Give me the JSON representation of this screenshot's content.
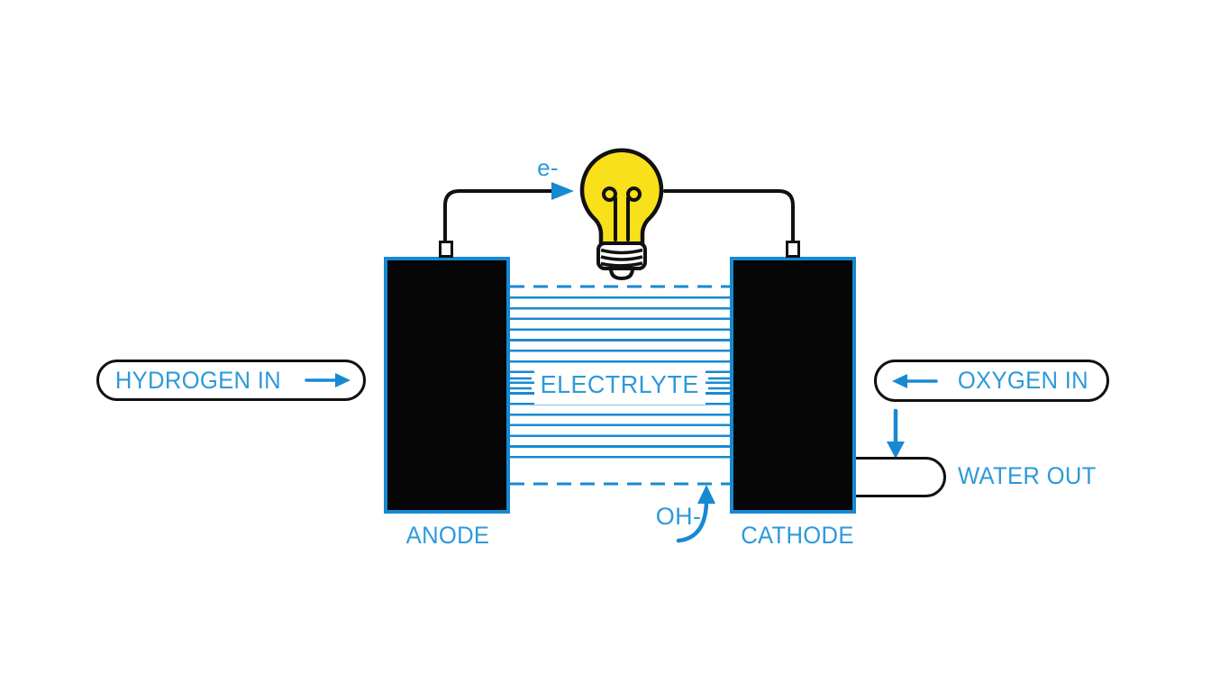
{
  "diagram": {
    "type": "fuel-cell-schematic",
    "labels": {
      "hydrogen_in": "HYDROGEN IN",
      "oxygen_in": "OXYGEN IN",
      "water_out": "WATER OUT",
      "anode": "ANODE",
      "cathode": "CATHODE",
      "electrolyte": "ELECTRLYTE",
      "electron": "e-",
      "hydroxide": "OH-"
    },
    "icons": {
      "light_bulb": "lit-bulb-with-filament-and-screw-base",
      "electron_flow": "right-arrow",
      "hydrogen_flow": "right-arrow",
      "oxygen_flow": "left-arrow",
      "oxygen_to_water_flow": "down-arrow",
      "hydroxide_flow": "curved-up-arrow"
    },
    "colors": {
      "accent_blue": "#1789d2",
      "text_blue": "#2d9ad8",
      "electrode_fill": "#060606",
      "outline_black": "#111111",
      "bulb_yellow": "#f8e01a",
      "background": "#ffffff"
    }
  }
}
